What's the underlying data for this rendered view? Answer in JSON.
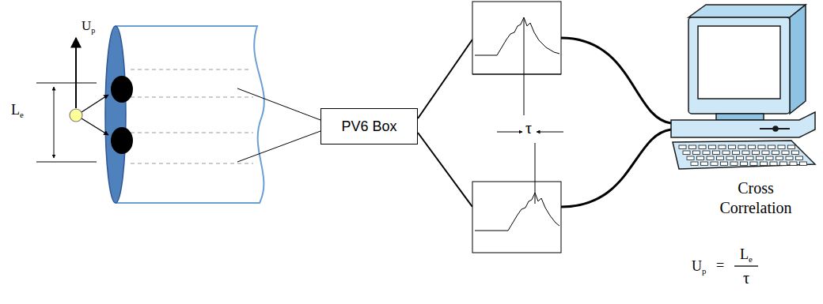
{
  "diagram": {
    "nodes": [
      {
        "text": [
          "PV6 Box"
        ]
      }
    ],
    "labels": [
      "Up",
      "Le",
      "τ",
      "Cross Correlation",
      "Up",
      "=",
      "Le",
      "τ"
    ]
  }
}
